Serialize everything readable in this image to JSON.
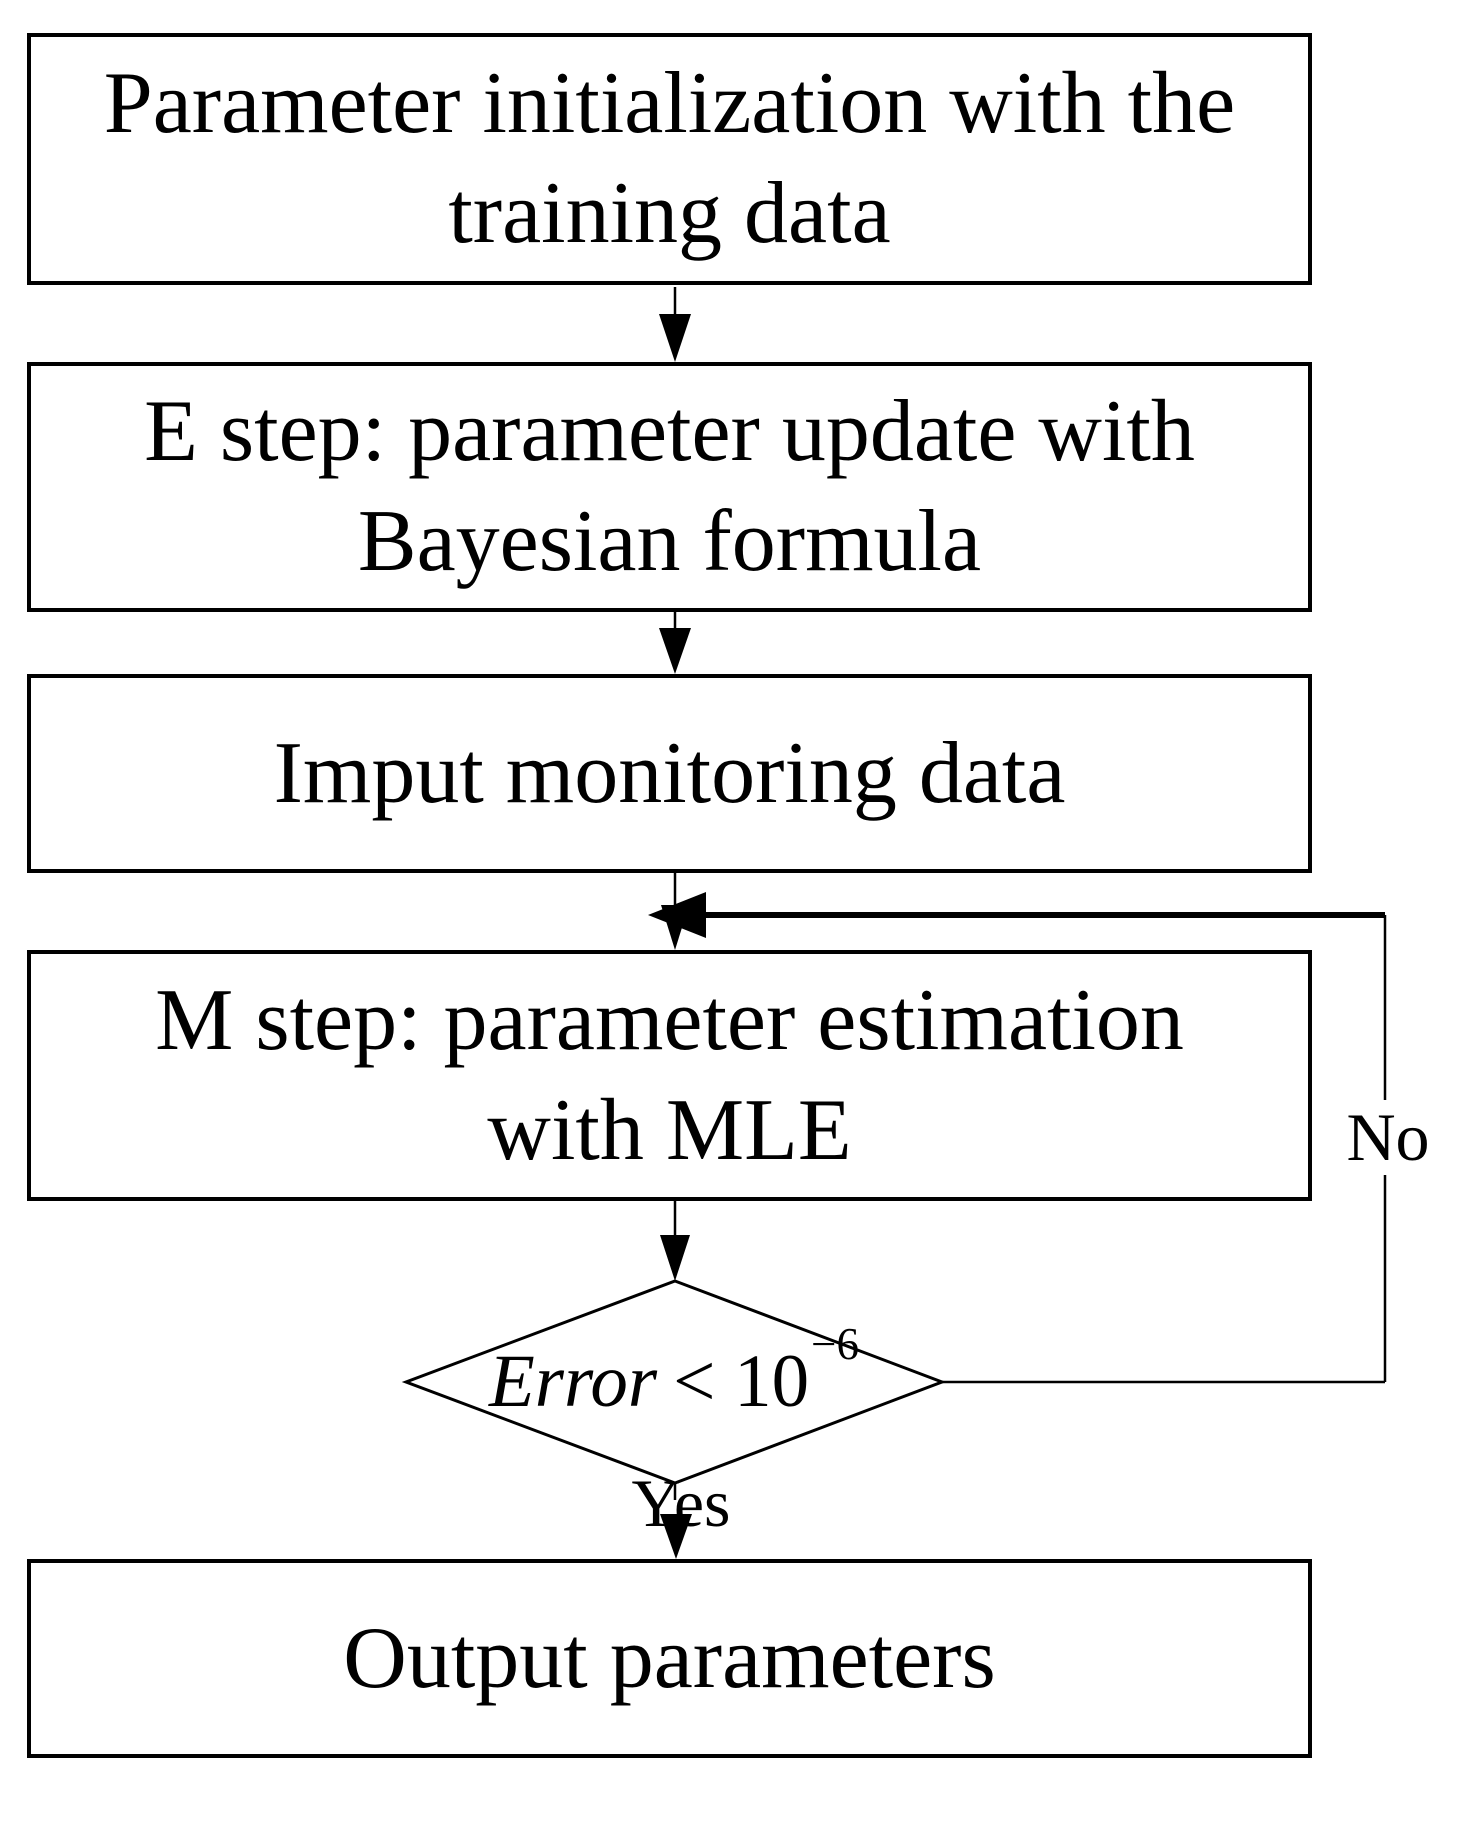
{
  "flowchart": {
    "background_color": "#ffffff",
    "line_color": "#000000",
    "nodes": [
      {
        "id": "init",
        "type": "process",
        "label": "Parameter initialization with the\ntraining data"
      },
      {
        "id": "estep",
        "type": "process",
        "label": "E step: parameter update with\nBayesian formula"
      },
      {
        "id": "input",
        "type": "process",
        "label": "Imput monitoring data"
      },
      {
        "id": "mstep",
        "type": "process",
        "label": "M step: parameter estimation\nwith MLE"
      },
      {
        "id": "output",
        "type": "process",
        "label": "Output parameters"
      }
    ],
    "decision": {
      "variable": "Error",
      "comparison": "< 10",
      "exponent": "−6"
    },
    "edges": {
      "yes_label": "Yes",
      "no_label": "No"
    }
  }
}
